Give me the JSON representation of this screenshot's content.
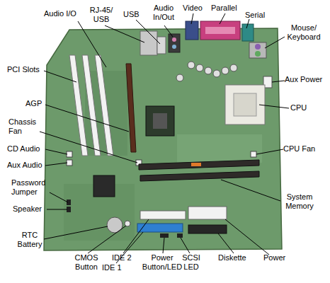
{
  "diagram": {
    "labels": [
      "Audio I/O",
      "RJ-45/ USB",
      "USB",
      "Audio In/Out",
      "Video",
      "Parallel",
      "Serial",
      "Mouse/ Keyboard",
      "PCI Slots",
      "Aux Power",
      "CPU",
      "AGP",
      "Chassis Fan",
      "CD Audio",
      "CPU Fan",
      "Aux Audio",
      "Password Jumper",
      "System Memory",
      "Speaker",
      "RTC Battery",
      "CMOS Button",
      "IDE 2",
      "IDE 1",
      "Power Button/LED",
      "SCSI LED",
      "Diskette",
      "Power"
    ]
  }
}
